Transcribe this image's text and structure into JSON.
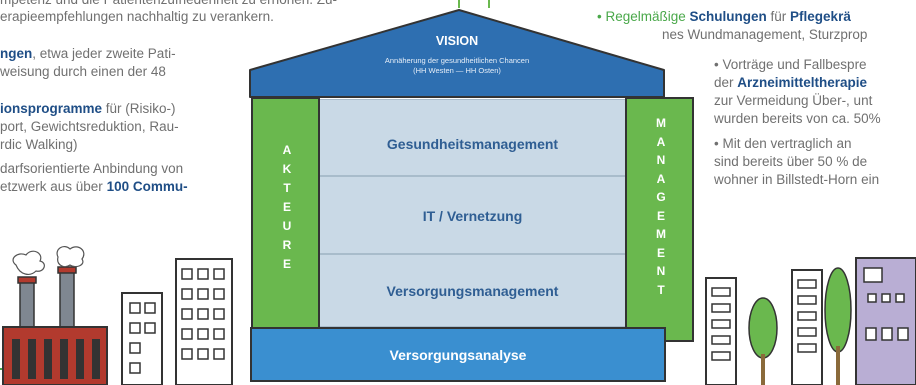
{
  "left_text": {
    "line1": "mpetenz und die Patientenzufriedenheit zu erhöhen. Zu-",
    "line2": "erapieempfehlungen nachhaltig zu verankern.",
    "line3_bold": "ngen",
    "line3_rest": ", etwa jeder zweite Pati-",
    "line4": "weisung durch einen der 48",
    "line5_bold": "ionsprogramme",
    "line5_rest": " für (Risiko-)",
    "line6": "port, Gewichtsreduktion, Rau-",
    "line7": "rdic Walking)",
    "line8": "darfsorientierte Anbindung von",
    "line9_pre": "etzwerk aus über ",
    "line9_bold": "100 Commu-"
  },
  "right_text": {
    "line1_pre": "• Regelmäßige ",
    "line1_bold1": "Schulungen",
    "line1_mid": " für ",
    "line1_bold2": "Pflegekrä",
    "line2": "nes Wundmanagement, Sturzprop",
    "line3": "•   Vorträge und Fallbespre",
    "line4_pre": "der ",
    "line4_bold": "Arzneimitteltherapie",
    "line5": "zur Vermeidung Über-, unt",
    "line6": "wurden bereits von ca. 50%",
    "line7": "•   Mit den vertraglich an",
    "line8": "sind bereits über 50 % de",
    "line9": "wohner in Billstedt-Horn ein"
  },
  "house": {
    "vision_title": "VISION",
    "vision_subtitle_1": "Annäherung der gesundheitlichen Chancen",
    "vision_subtitle_2": "(HH Westen — HH Osten)",
    "left_pillar_letters": [
      "A",
      "K",
      "T",
      "E",
      "U",
      "R",
      "E"
    ],
    "right_pillar_letters": [
      "M",
      "A",
      "N",
      "A",
      "G",
      "E",
      "M",
      "E",
      "N",
      "T"
    ],
    "layer1": "Gesundheitsmanagement",
    "layer2": "IT / Vernetzung",
    "layer3": "Versorgungsmanagement",
    "base": "Versorgungsanalyse"
  },
  "colors": {
    "roof": "#2e6fb1",
    "pillar": "#6ab84e",
    "inner": "#c9d9e6",
    "base": "#3a8fd0",
    "text_blue": "#2f5e93",
    "accent_green": "#4aa84a"
  }
}
